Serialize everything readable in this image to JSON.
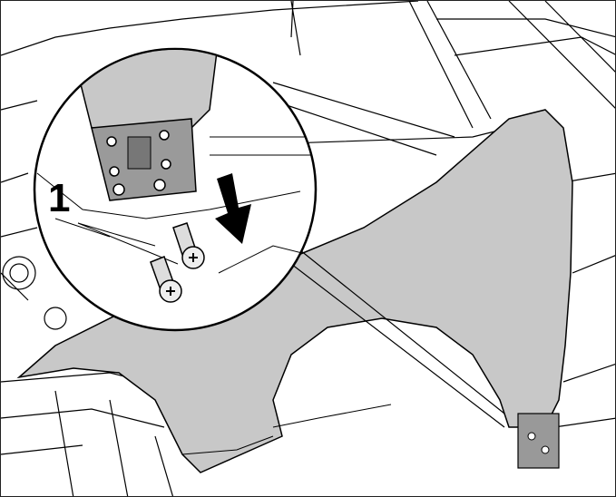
{
  "illustration": {
    "callout_label": "1",
    "colors": {
      "panel_fill": "#c8c8c8",
      "line": "#000000",
      "background": "#ffffff"
    },
    "icons": [
      "fender-panel",
      "magnifier-detail-circle",
      "screw-icon",
      "arrow-down-icon"
    ]
  }
}
